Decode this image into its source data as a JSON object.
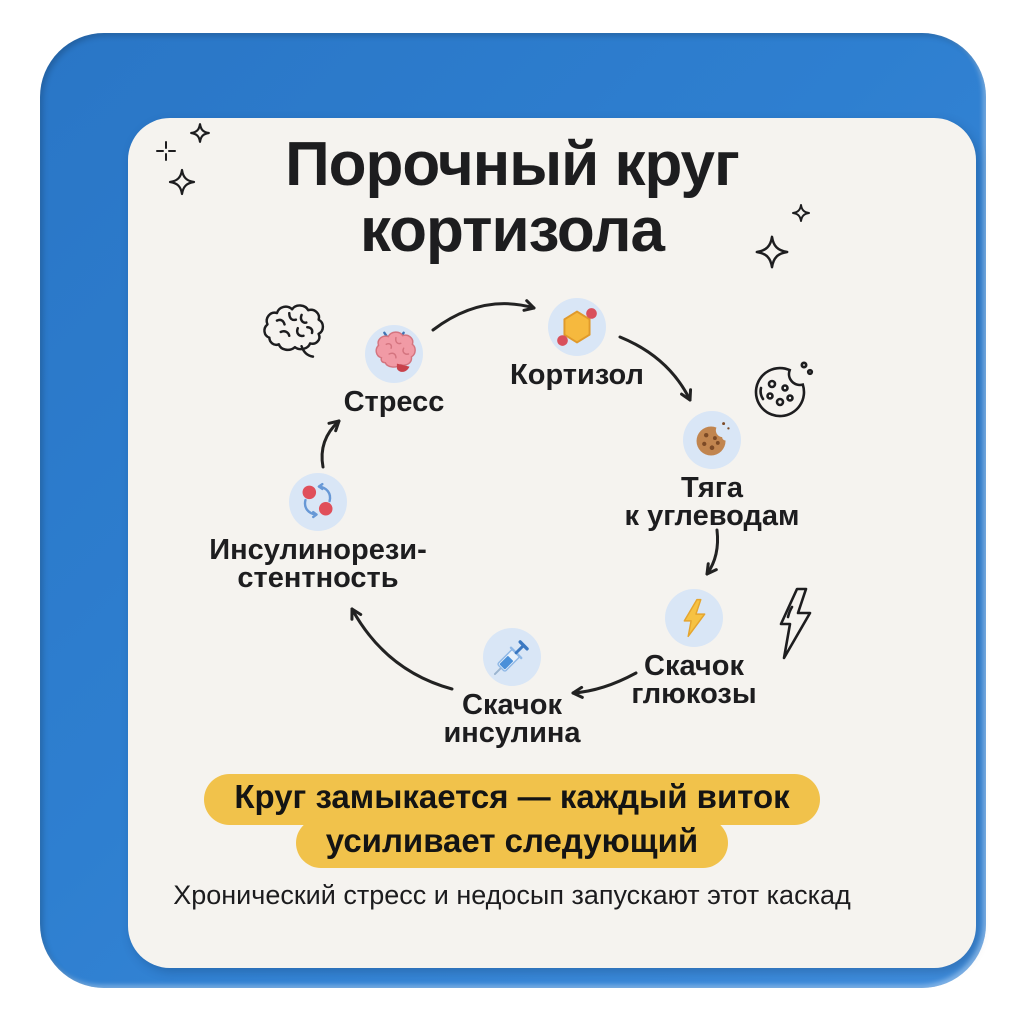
{
  "title": {
    "line1": "Порочный круг",
    "line2": "кортизола"
  },
  "cycle": {
    "nodes": [
      {
        "label": "Стресс",
        "icon": "brain-icon"
      },
      {
        "label": "Кортизол",
        "icon": "cortisol-molecule-icon"
      },
      {
        "label": "Тяга\nк углеводам",
        "icon": "cookie-icon"
      },
      {
        "label": "Скачок\nглюкозы",
        "icon": "lightning-icon"
      },
      {
        "label": "Скачок\nинсулина",
        "icon": "syringe-icon"
      },
      {
        "label": "Инсулинорези-\nстентность",
        "icon": "insulin-resistance-icon"
      }
    ]
  },
  "decorations": [
    "sparkles-icon",
    "brain-doodle-icon",
    "cookie-doodle-icon",
    "lightning-doodle-icon"
  ],
  "conclusion": {
    "line1": "Круг замыкается — каждый виток",
    "line2": "усиливает следующий"
  },
  "caption": "Хронический стресс и недосып запускают этот каскад",
  "colors": {
    "frame_blue": "#2e7fd0",
    "panel_bg": "#f5f3ef",
    "node_circle_bg": "#d9e6f6",
    "highlight_yellow": "#f1c24b",
    "ink": "#1d1d1f",
    "accent_red": "#d9505c",
    "accent_orange": "#f6b93e",
    "cookie_brown": "#c1854f",
    "accent_blue": "#4a90d9"
  }
}
